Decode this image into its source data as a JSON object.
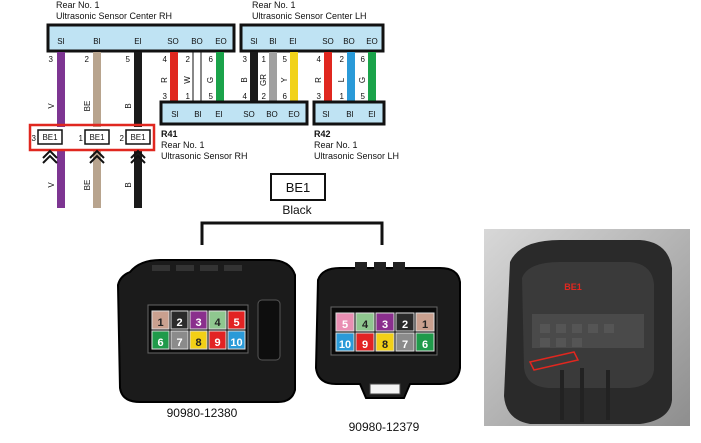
{
  "sensors": {
    "center_rh": {
      "line1": "Rear No. 1",
      "line2": "Ultrasonic Sensor Center RH",
      "pins": [
        "SI",
        "BI",
        "EI",
        "SO",
        "BO",
        "EO"
      ]
    },
    "center_lh": {
      "line1": "Rear No. 1",
      "line2": "Ultrasonic Sensor Center LH",
      "pins": [
        "SI",
        "BI",
        "EI",
        "SO",
        "BO",
        "EO"
      ]
    },
    "r41": {
      "code": "R41",
      "line1": "Rear No. 1",
      "line2": "Ultrasonic Sensor RH",
      "pins": [
        "SI",
        "BI",
        "EI",
        "SO",
        "BO",
        "EO"
      ]
    },
    "r42": {
      "code": "R42",
      "line1": "Rear No. 1",
      "line2": "Ultrasonic Sensor LH",
      "pins": [
        "SI",
        "BI",
        "EI"
      ]
    }
  },
  "wires_left": [
    {
      "top_pin": "3",
      "color_label": "V",
      "bottom_label": "V",
      "color": "#7d3592"
    },
    {
      "top_pin": "2",
      "color_label": "BE",
      "bottom_label": "BE",
      "color": "#b8a48e"
    },
    {
      "top_pin": "5",
      "color_label": "B",
      "bottom_label": "B",
      "color": "#1a1a1a"
    }
  ],
  "junction": {
    "pins": [
      "3",
      "1",
      "2"
    ],
    "label": "BE1"
  },
  "wires_rh": [
    {
      "top_pin": "4",
      "bottom_pin": "3",
      "color_label": "R",
      "color": "#e0271f"
    },
    {
      "top_pin": "2",
      "bottom_pin": "1",
      "color_label": "W",
      "color": "#ffffff"
    },
    {
      "top_pin": "6",
      "bottom_pin": "5",
      "color_label": "G",
      "color": "#1aa34a"
    }
  ],
  "wires_lh_out": [
    {
      "top_pin": "3",
      "bottom_pin": "4",
      "color_label": "B",
      "color": "#1a1a1a"
    },
    {
      "top_pin": "1",
      "bottom_pin": "2",
      "color_label": "GR",
      "color": "#a0a0a0"
    },
    {
      "top_pin": "5",
      "bottom_pin": "6",
      "color_label": "Y",
      "color": "#f1d21a"
    }
  ],
  "wires_lh": [
    {
      "top_pin": "4",
      "bottom_pin": "3",
      "color_label": "R",
      "color": "#e0271f"
    },
    {
      "top_pin": "2",
      "bottom_pin": "1",
      "color_label": "L",
      "color": "#2a9ad8"
    },
    {
      "top_pin": "6",
      "bottom_pin": "5",
      "color_label": "G",
      "color": "#1aa34a"
    }
  ],
  "connector": {
    "name": "BE1",
    "color_name": "Black"
  },
  "left_conn": {
    "part": "90980-12380",
    "row1": [
      {
        "n": "1",
        "c": "#c9a08f",
        "dark": false
      },
      {
        "n": "2",
        "c": "#2b2b2b",
        "dark": true
      },
      {
        "n": "3",
        "c": "#8a2f8d",
        "dark": true
      },
      {
        "n": "4",
        "c": "#8fc78f",
        "dark": false
      },
      {
        "n": "5",
        "c": "#e22323",
        "dark": true
      }
    ],
    "row2": [
      {
        "n": "6",
        "c": "#1f9a4a",
        "dark": true
      },
      {
        "n": "7",
        "c": "#8b8b8b",
        "dark": true
      },
      {
        "n": "8",
        "c": "#f2d017",
        "dark": false
      },
      {
        "n": "9",
        "c": "#e22323",
        "dark": true
      },
      {
        "n": "10",
        "c": "#2a9ad8",
        "dark": true
      }
    ]
  },
  "right_conn": {
    "part": "90980-12379",
    "row1": [
      {
        "n": "5",
        "c": "#e98fb3",
        "dark": true
      },
      {
        "n": "4",
        "c": "#8fc78f",
        "dark": false
      },
      {
        "n": "3",
        "c": "#8a2f8d",
        "dark": true
      },
      {
        "n": "2",
        "c": "#2b2b2b",
        "dark": true
      },
      {
        "n": "1",
        "c": "#c9a08f",
        "dark": false
      }
    ],
    "row2": [
      {
        "n": "10",
        "c": "#2a9ad8",
        "dark": true
      },
      {
        "n": "9",
        "c": "#e22323",
        "dark": true
      },
      {
        "n": "8",
        "c": "#f2d017",
        "dark": false
      },
      {
        "n": "7",
        "c": "#8b8b8b",
        "dark": true
      },
      {
        "n": "6",
        "c": "#1f9a4a",
        "dark": true
      }
    ]
  },
  "photo": {
    "tag": "BE1"
  }
}
